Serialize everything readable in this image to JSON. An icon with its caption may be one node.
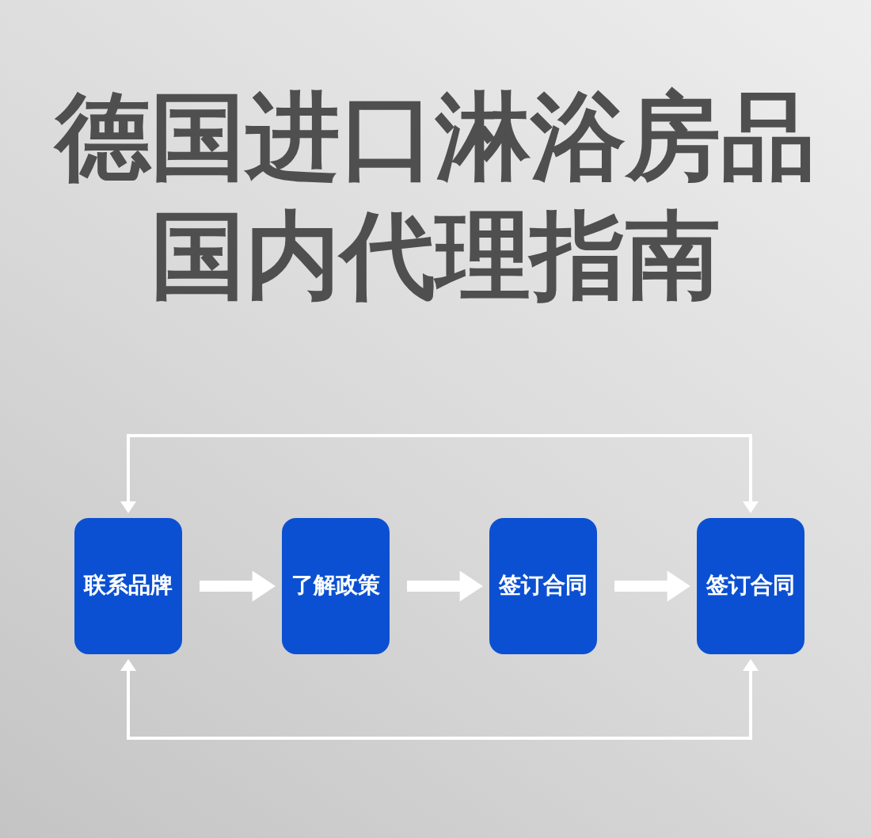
{
  "diagram": {
    "title": "德国进口淋浴房品国内代理指南",
    "nodes": [
      {
        "text": [
          "联系品牌"
        ]
      },
      {
        "text": [
          "了解政策"
        ]
      },
      {
        "text": [
          "签订合同"
        ]
      },
      {
        "text": [
          "签订合同"
        ]
      }
    ],
    "edges": [
      {
        "from": 0,
        "to": 1,
        "arrow": "to"
      },
      {
        "from": 1,
        "to": 2,
        "arrow": "to"
      },
      {
        "from": 2,
        "to": 3,
        "arrow": "to"
      },
      {
        "from": 0,
        "to": 3,
        "arrow": "both"
      },
      {
        "from": 0,
        "to": 3,
        "arrow": "both"
      }
    ]
  }
}
